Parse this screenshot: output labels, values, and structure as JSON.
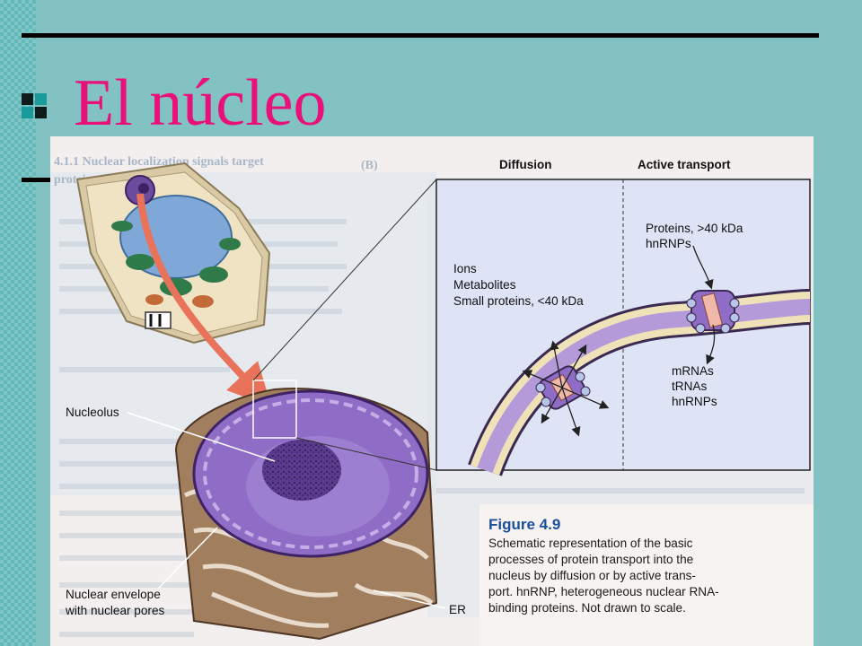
{
  "slide": {
    "title": "El núcleo",
    "colors": {
      "background": "#83c2c2",
      "title": "#e8117a",
      "bullet_dark": "#0d1b1b",
      "bullet_teal": "#1a9a9a"
    },
    "bullet_icon": "checker-square-icon"
  },
  "figure": {
    "heading_diffusion": "Diffusion",
    "heading_active": "Active transport",
    "diffusion_items": [
      "Ions",
      "Metabolites",
      "Small proteins, <40 kDa"
    ],
    "active_in_items": [
      "Proteins, >40 kDa",
      "hnRNPs"
    ],
    "active_out_items": [
      "mRNAs",
      "tRNAs",
      "hnRNPs"
    ],
    "label_nucleolus": "Nucleolus",
    "label_envelope": [
      "Nuclear envelope",
      "with nuclear pores"
    ],
    "label_er": "ER",
    "caption_title": "Figure 4.9",
    "caption_lines": [
      "Schematic representation of the basic",
      "processes of protein transport into the",
      "nucleus by diffusion or by active trans-",
      "port. hnRNP, heterogeneous nuclear RNA-",
      "binding proteins. Not drawn to scale."
    ],
    "background_lines": [
      "4.1.1 Nuclear localization signals target",
      "proteins to the nucleus"
    ],
    "background_marker": "(B)"
  }
}
